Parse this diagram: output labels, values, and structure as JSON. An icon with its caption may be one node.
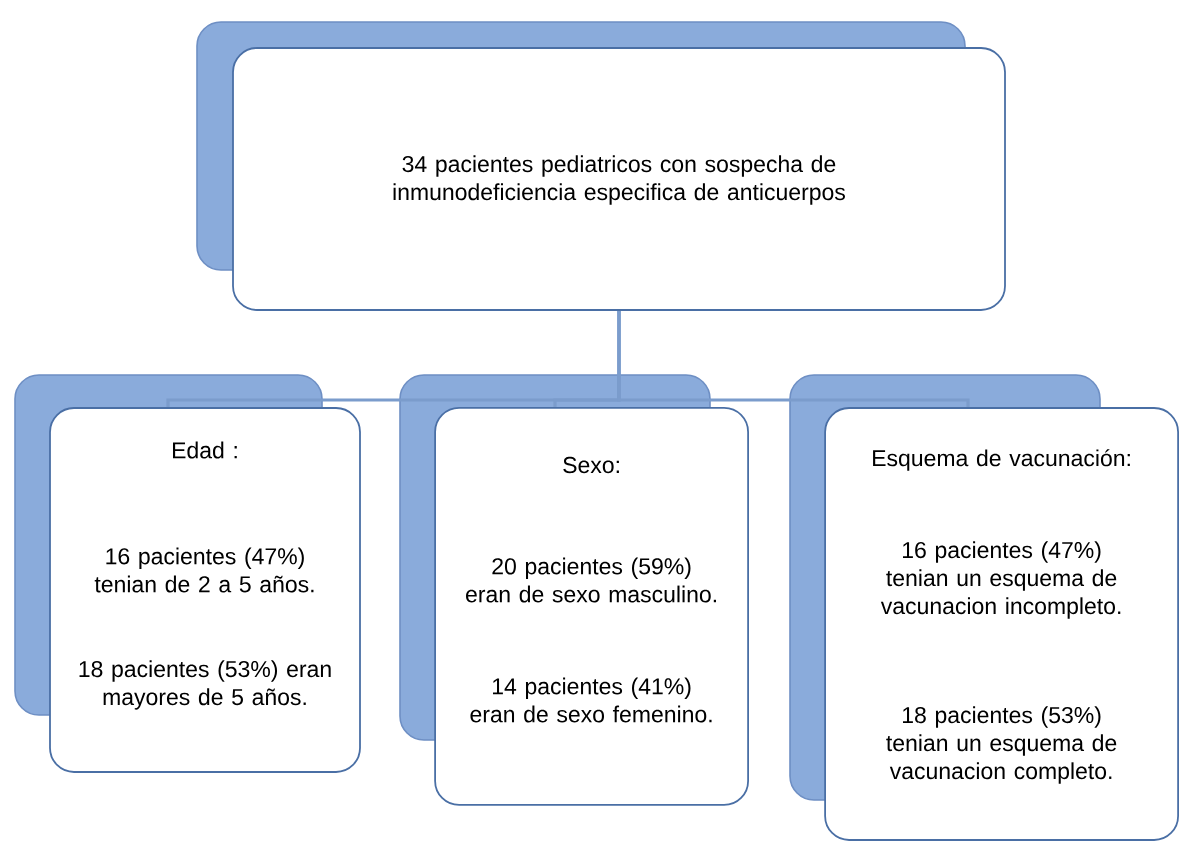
{
  "diagram": {
    "nodes": [
      {
        "text": [
          "34 pacientes pediatricos con sospecha de inmunodeficiencia especifica de anticuerpos"
        ]
      },
      {
        "text": [
          "Edad :",
          "16 pacientes (47%) tenian de 2 a 5 años.",
          "18 pacientes (53%) eran mayores de 5 años."
        ]
      },
      {
        "text": [
          "Sexo:",
          "20 pacientes (59%) eran de sexo masculino.",
          "14 pacientes (41%) eran de sexo femenino."
        ]
      },
      {
        "text": [
          "Esquema de vacunación:",
          "16 pacientes (47%) tenian un esquema de vacunacion incompleto.",
          "18 pacientes (53%) tenian un esquema de vacunacion completo."
        ]
      }
    ],
    "edges": [
      {
        "from": 0,
        "to": 1,
        "arrow": "none"
      },
      {
        "from": 0,
        "to": 2,
        "arrow": "none"
      },
      {
        "from": 0,
        "to": 3,
        "arrow": "none"
      }
    ]
  }
}
